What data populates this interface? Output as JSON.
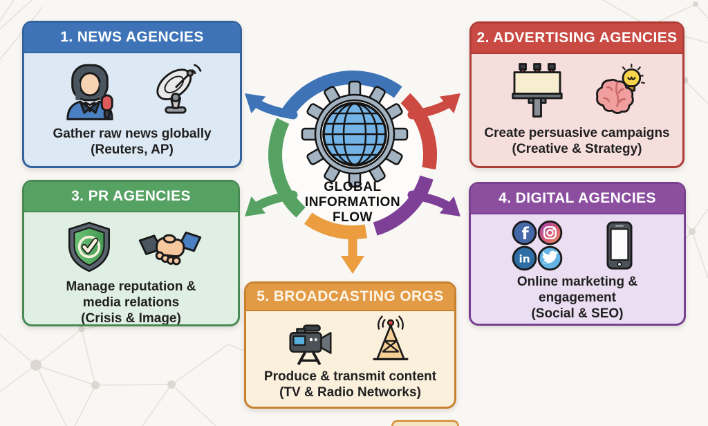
{
  "hub": {
    "label": "GLOBAL\nINFORMATION\nFLOW",
    "icon": "gear-globe-icon",
    "interior_color": "#fdfcfb"
  },
  "boxes": [
    {
      "id": "news-agencies",
      "title": "1. NEWS AGENCIES",
      "description": "Gather raw news globally\n(Reuters, AP)",
      "icons": [
        "news-reporter-icon",
        "satellite-dish-icon"
      ],
      "colors": {
        "header": "#3e74b7",
        "body": "#dce8f4",
        "border": "#33639f"
      }
    },
    {
      "id": "advertising-agencies",
      "title": "2. ADVERTISING AGENCIES",
      "description": "Create persuasive campaigns\n(Creative & Strategy)",
      "icons": [
        "billboard-icon",
        "brain-idea-icon"
      ],
      "colors": {
        "header": "#c94a42",
        "body": "#f6dedd",
        "border": "#ae3c36"
      }
    },
    {
      "id": "pr-agencies",
      "title": "3. PR AGENCIES",
      "description": "Manage reputation &\nmedia relations\n(Crisis & Image)",
      "icons": [
        "shield-check-icon",
        "handshake-icon"
      ],
      "colors": {
        "header": "#55a263",
        "body": "#e0efe3",
        "border": "#478a54"
      }
    },
    {
      "id": "digital-agencies",
      "title": "4. DIGITAL AGENCIES",
      "description": "Online marketing &\nengagement\n(Social & SEO)",
      "icons": [
        "facebook-icon",
        "instagram-icon",
        "linkedin-icon",
        "twitter-icon",
        "smartphone-icon"
      ],
      "colors": {
        "header": "#8c4fa0",
        "body": "#ebdef2",
        "border": "#7a4090"
      }
    },
    {
      "id": "broadcasting-orgs",
      "title": "5. BROADCASTING ORGS",
      "description": "Produce & transmit content\n(TV & Radio Networks)",
      "icons": [
        "video-camera-icon",
        "broadcast-tower-icon"
      ],
      "colors": {
        "header": "#e39a45",
        "body": "#faf0dc",
        "border": "#c9812f"
      }
    }
  ],
  "arrows": [
    {
      "to": "news-agencies",
      "direction": "up-left",
      "color": "#3e74b7"
    },
    {
      "to": "advertising-agencies",
      "direction": "up-right",
      "color": "#cc4a41"
    },
    {
      "to": "pr-agencies",
      "direction": "down-left",
      "color": "#55a263"
    },
    {
      "to": "digital-agencies",
      "direction": "down-right",
      "color": "#7e3f97"
    },
    {
      "to": "broadcasting-orgs",
      "direction": "down",
      "color": "#eb9d3f"
    }
  ],
  "background_color": "#f9f7f4"
}
